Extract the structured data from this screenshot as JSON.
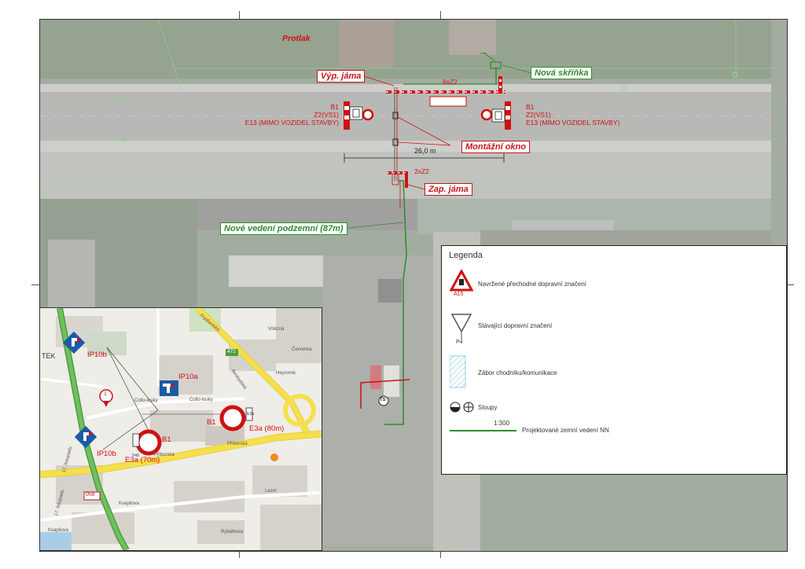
{
  "main_map": {
    "labels": {
      "protlak": "Protlak",
      "vyp_jama": "Výp. jáma",
      "nova_skrinka": "Nová skříňka",
      "montazni_okno": "Montážní okno",
      "zap_jama": "Zap. jáma",
      "nove_vedeni": "Nové vedení podzemní (87m)",
      "count_6xz2": "6xZ2",
      "count_2xz2": "2xZ2",
      "dimension": "26,0 m",
      "ts_symbol": "TS"
    },
    "sign_left": {
      "l1": "B1",
      "l2": "Z2(VS1)",
      "l3": "E13 (MIMO VOZIDEL STAVBY)"
    },
    "sign_right": {
      "l1": "B1",
      "l2": "Z2(VS1)",
      "l3": "E13 (MIMO VOZIDEL STAVBY)"
    }
  },
  "legend": {
    "title": "Legenda",
    "items": [
      {
        "symbol": "A15",
        "text": "Navržené přechodné dopravní značení"
      },
      {
        "symbol": "P4",
        "text": "Stávající dopravní značení"
      },
      {
        "symbol": "hatch",
        "text": "Zábor chodníku/komunikace"
      },
      {
        "symbol": "poles",
        "text": "Sloupy"
      },
      {
        "symbol": "green-line",
        "text": "Projektované zemní vedení NN"
      }
    ],
    "scale": "1:300"
  },
  "inset_map": {
    "labels": {
      "ip10b_top": "IP10b",
      "ip10b_bottom": "IP10b",
      "ip10a": "IP10a",
      "b1_left": "B1",
      "b1_right": "B1",
      "e3a_left": "E3a (70m)",
      "e3a_right": "E3a (80m)",
      "tek": "TEK",
      "road_number": "058",
      "road_472": "472",
      "marker_number": "1",
      "street_pribor_1": "Příborská",
      "street_pribor_2": "Příborská",
      "street_collo": "Collo-louky",
      "street_collo2": "Collo-louky",
      "street_kvapilova": "Kvapilova",
      "street_kvapilova2": "Kvapilova",
      "street_17listopadu": "17. listopadu",
      "street_17listopadu2": "17. listopadu",
      "street_beskydska": "Beskydská",
      "street_frydlant": "Frýdlantská",
      "street_vitezna": "Vítězná",
      "street_heyrovsky": "Heyrovsk",
      "street_cervenka": "Červenka",
      "street_rybalkova": "Rybálkova",
      "street_lesni": "Lesní",
      "sign_text_e3a": "E3a",
      "b548": "548"
    },
    "colors": {
      "main_road": "#5fb04f",
      "yellow_road": "#f4e04d",
      "sign_blue": "#1c5aa6"
    }
  },
  "colors": {
    "red": "#d01010",
    "green": "#2e8b2e",
    "dark": "#333333"
  }
}
